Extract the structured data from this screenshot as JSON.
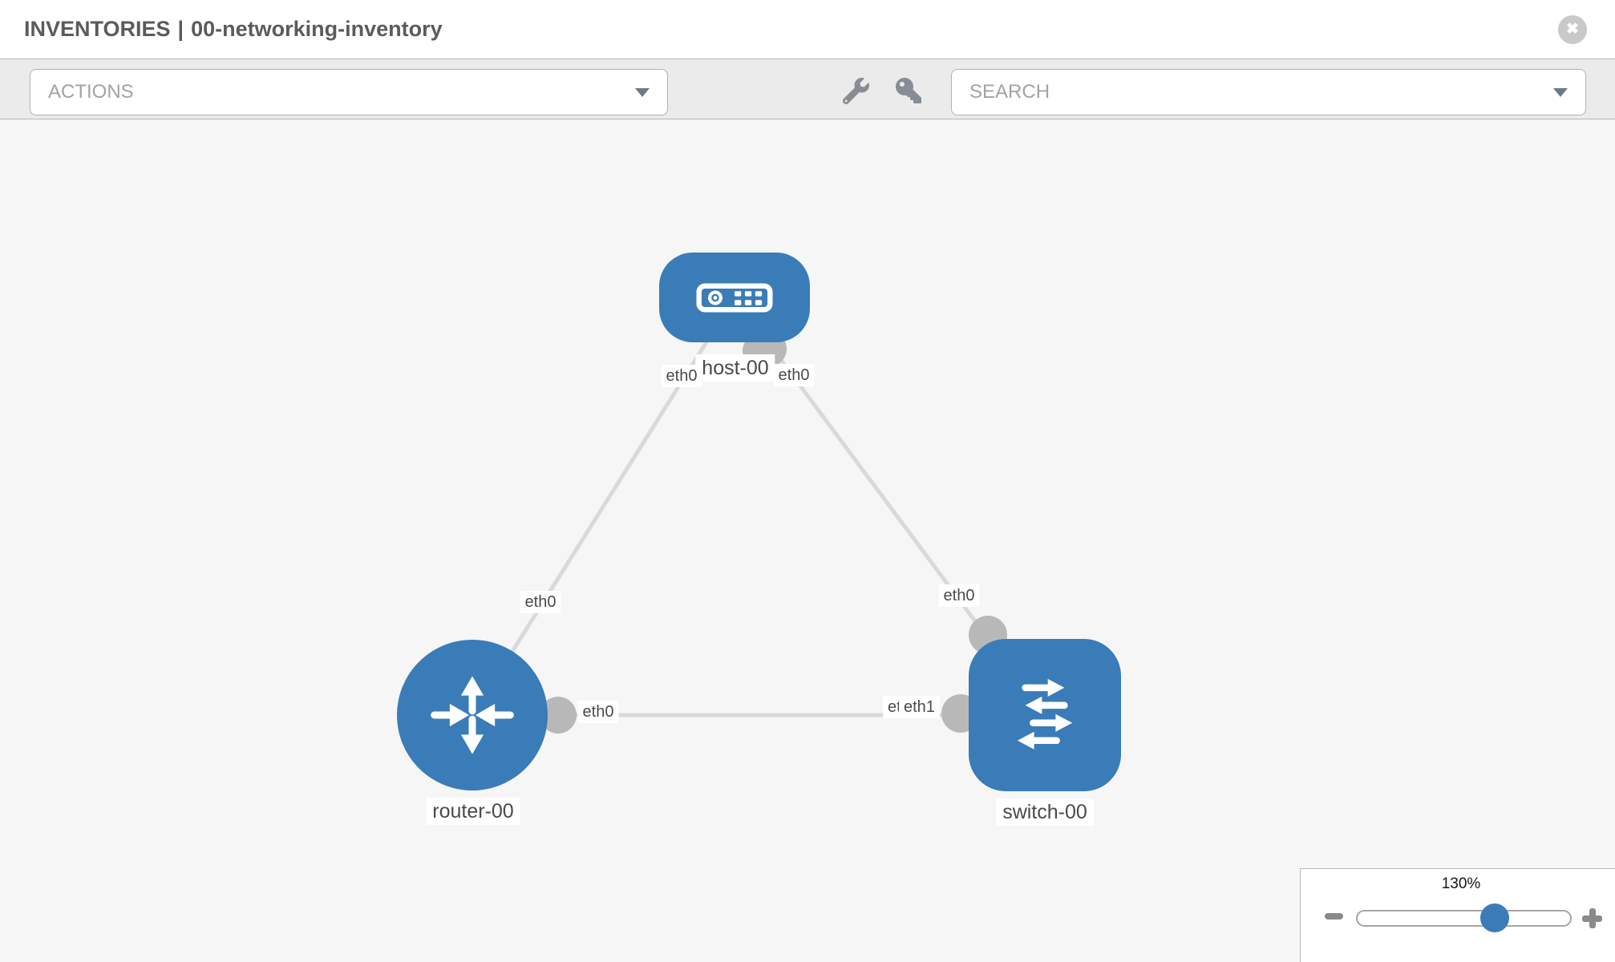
{
  "header": {
    "section": "INVENTORIES",
    "separator": "|",
    "inventory_name": "00-networking-inventory",
    "close_glyph": "✖"
  },
  "toolbar": {
    "actions_placeholder": "ACTIONS",
    "search_placeholder": "SEARCH",
    "tool_icons": [
      "wrench-icon",
      "key-icon"
    ]
  },
  "topology": {
    "nodes": [
      {
        "id": "host-00",
        "label": "host-00",
        "type": "host",
        "shape": "rounded-rect",
        "icon": "server-icon"
      },
      {
        "id": "router-00",
        "label": "router-00",
        "type": "router",
        "shape": "circle",
        "icon": "router-arrows-icon"
      },
      {
        "id": "switch-00",
        "label": "switch-00",
        "type": "switch",
        "shape": "rounded-square",
        "icon": "switch-arrows-icon"
      }
    ],
    "links": [
      {
        "source": "router-00",
        "target": "host-00",
        "source_interface": "eth0",
        "target_interface": "eth0"
      },
      {
        "source": "switch-00",
        "target": "host-00",
        "source_interface": "eth0",
        "target_interface": "eth0"
      },
      {
        "source": "router-00",
        "target": "switch-00",
        "source_interface": "eth0",
        "target_interfaces_overlapping": [
          "eth0",
          "eth1"
        ]
      }
    ]
  },
  "zoom_control": {
    "value": "130%",
    "zoom_out_icon": "minus-icon",
    "zoom_in_icon": "plus-icon"
  },
  "colors": {
    "node_blue": "#3a7cb8",
    "link_gray": "#d9d9d9",
    "connector_gray": "#b8b8b8",
    "canvas_bg": "#f6f6f6",
    "toolbar_bg": "#ebebeb",
    "icon_gray": "#878d94"
  }
}
